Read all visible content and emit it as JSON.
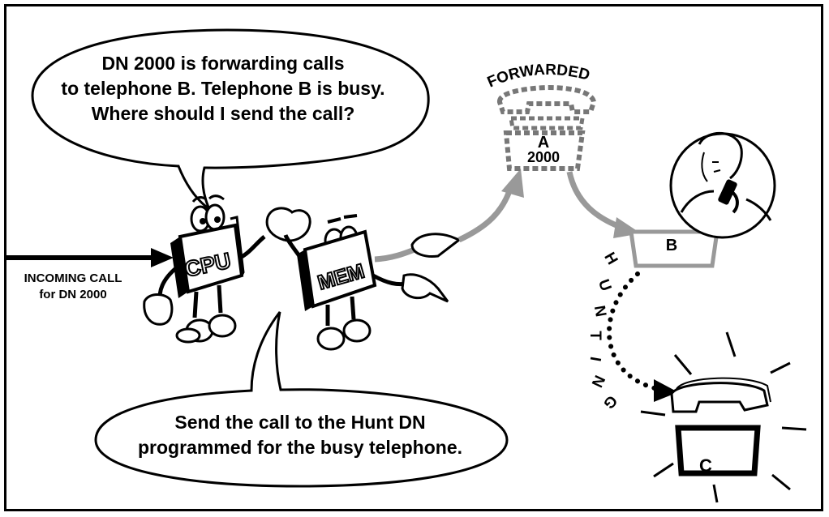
{
  "top_bubble": {
    "lines": [
      "DN 2000 is forwarding calls",
      "to telephone B. Telephone B is busy.",
      "Where should I send the call?"
    ]
  },
  "bottom_bubble": {
    "lines": [
      "Send the call to the Hunt DN",
      "programmed for the busy telephone."
    ]
  },
  "incoming": {
    "line1": "INCOMING CALL",
    "line2": "for DN 2000"
  },
  "characters": {
    "cpu_label": "CPU",
    "mem_label": "MEM"
  },
  "telephone_a": {
    "status": "FORWARDED",
    "letter": "A",
    "dn": "2000"
  },
  "telephone_b": {
    "letter": "B"
  },
  "telephone_c": {
    "letter": "C"
  },
  "hunting": {
    "letters": [
      "H",
      "U",
      "N",
      "T",
      "I",
      "N",
      "G"
    ]
  }
}
